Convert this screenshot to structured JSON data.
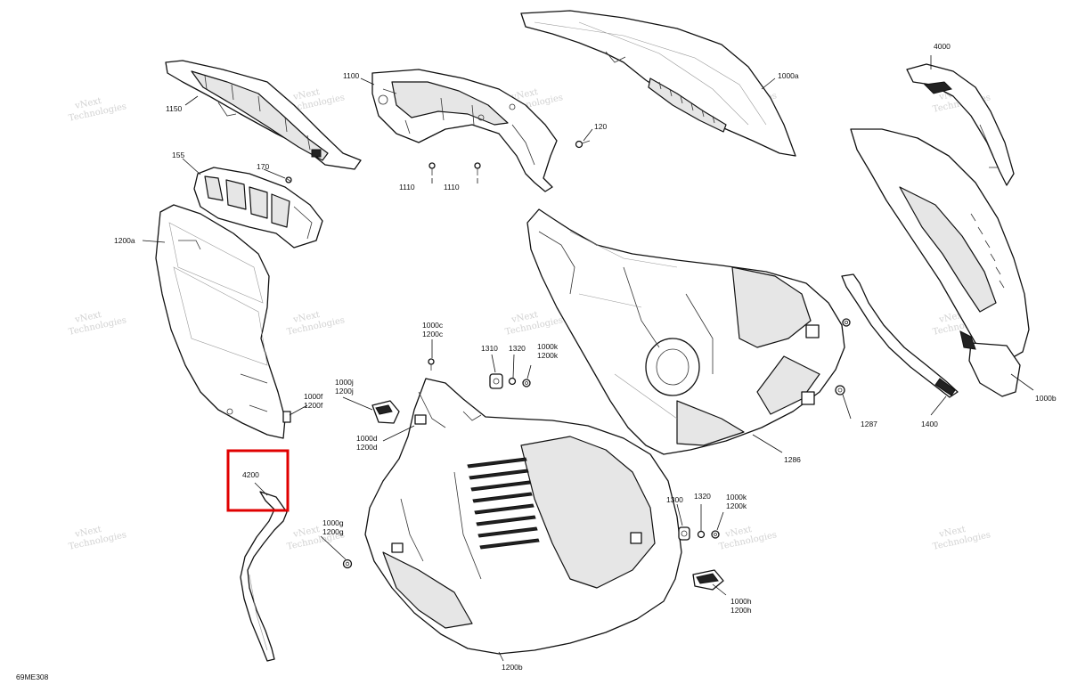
{
  "diagram": {
    "reference": "69ME308",
    "highlight_label": "4200",
    "watermark": [
      "vNext",
      "Technologies"
    ],
    "labels": {
      "p1150": "1150",
      "p1100": "1100",
      "p1000a": "1000a",
      "p4000": "4000",
      "p120": "120",
      "p1110a": "1110",
      "p1110b": "1110",
      "p155": "155",
      "p170": "170",
      "p1200a": "1200a",
      "p1000c": "1000c",
      "p1200c": "1200c",
      "p1310": "1310",
      "p1320a": "1320",
      "p1000k_a": "1000k",
      "p1200k_a": "1200k",
      "p1000j": "1000j",
      "p1200j": "1200j",
      "p1000f": "1000f",
      "p1200f": "1200f",
      "p1000d": "1000d",
      "p1200d": "1200d",
      "p1287": "1287",
      "p1400": "1400",
      "p1000b": "1000b",
      "p1286": "1286",
      "p1300": "1300",
      "p1320b": "1320",
      "p1000k_b": "1000k",
      "p1200k_b": "1200k",
      "p1000g": "1000g",
      "p1200g": "1200g",
      "p1000h": "1000h",
      "p1200h": "1200h",
      "p1200b": "1200b"
    }
  }
}
